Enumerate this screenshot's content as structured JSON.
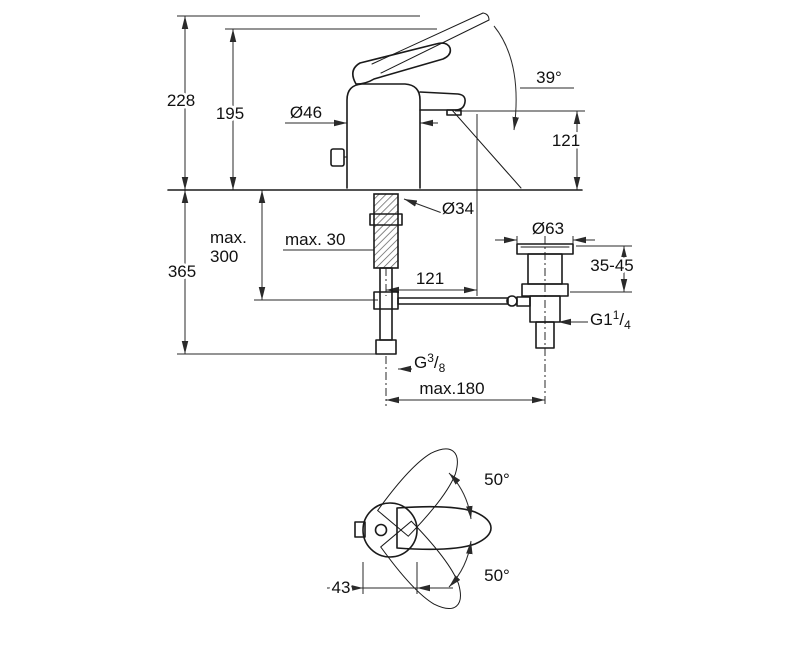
{
  "page": {
    "background": "#ffffff",
    "line_color": "#1a1a1a"
  },
  "side_view": {
    "dims": {
      "overall_height": "228",
      "height_to_lever": "195",
      "body_diameter": "Ø46",
      "stream_angle": "39°",
      "spout_height": "121",
      "shank_diameter": "Ø34",
      "max_rod_depth_line1": "max.",
      "max_rod_depth_line2": "300",
      "max_deck_thickness": "max. 30",
      "install_depth": "365",
      "spout_projection": "121",
      "waste_flange_diameter": "Ø63",
      "waste_adjust_range": "35-45",
      "waste_thread": {
        "base": "G1",
        "sup": "1",
        "slash": "/",
        "sub": "4"
      },
      "supply_thread": {
        "base": "G",
        "sup": "3",
        "slash": "/",
        "sub": "8"
      },
      "max_center_distance": "max.180"
    }
  },
  "plan_view": {
    "dims": {
      "swivel_angle_up": "50°",
      "swivel_angle_down": "50°",
      "handle_width": "43"
    }
  }
}
